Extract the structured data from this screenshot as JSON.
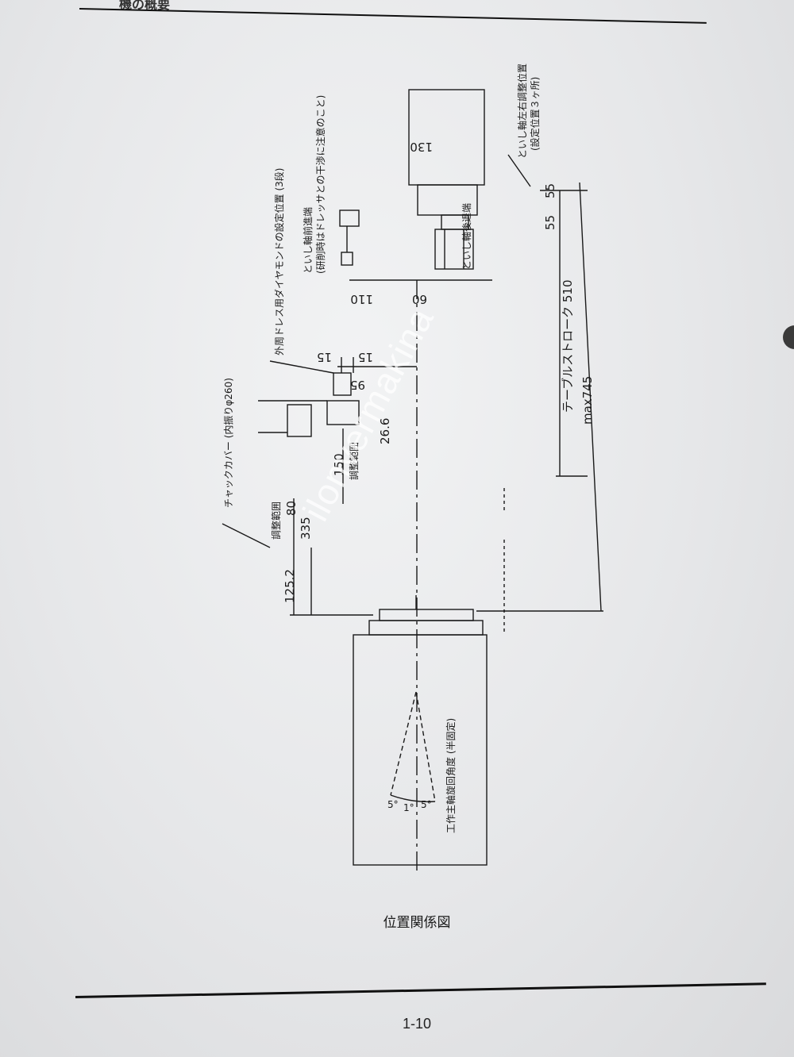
{
  "header": {
    "fragment": "機の概要"
  },
  "page": {
    "caption": "位置関係図",
    "number": "1-10"
  },
  "watermark": {
    "text": "ilonvermakina"
  },
  "diagram_labels": {
    "grinding_axis_position": "といし軸左右調整位置",
    "setting_positions": "(設定位置３ヶ所)",
    "wheel_advance_end": "といし軸前進端",
    "wheel_retract_end": "といし軸後退端",
    "interference_note": "(研削時はドレッサとの干渉に注意のこと)",
    "diamond_setting": "外周ドレス用ダイヤモンドの設定位置 (3段)",
    "chuck_cover": "チャックカバー (内振りφ260)",
    "adjust_range_1": "調整範囲",
    "adjust_range_2": "調整範囲",
    "table_stroke": "テーブルストローク 510",
    "max_travel": "max745",
    "spindle_swivel": "工作主軸旋回角度 (半固定)"
  },
  "dimensions": {
    "d130": "130",
    "d55a": "55",
    "d55b": "55",
    "d110": "110",
    "d60": "60",
    "d15a": "15",
    "d15b": "15",
    "d95": "95",
    "d26_6": "26.6",
    "d150": "150",
    "d80": "80",
    "d335": "335",
    "d125_2": "125.2",
    "angle_a": "5°",
    "angle_b": "1°",
    "angle_c": "5°"
  }
}
